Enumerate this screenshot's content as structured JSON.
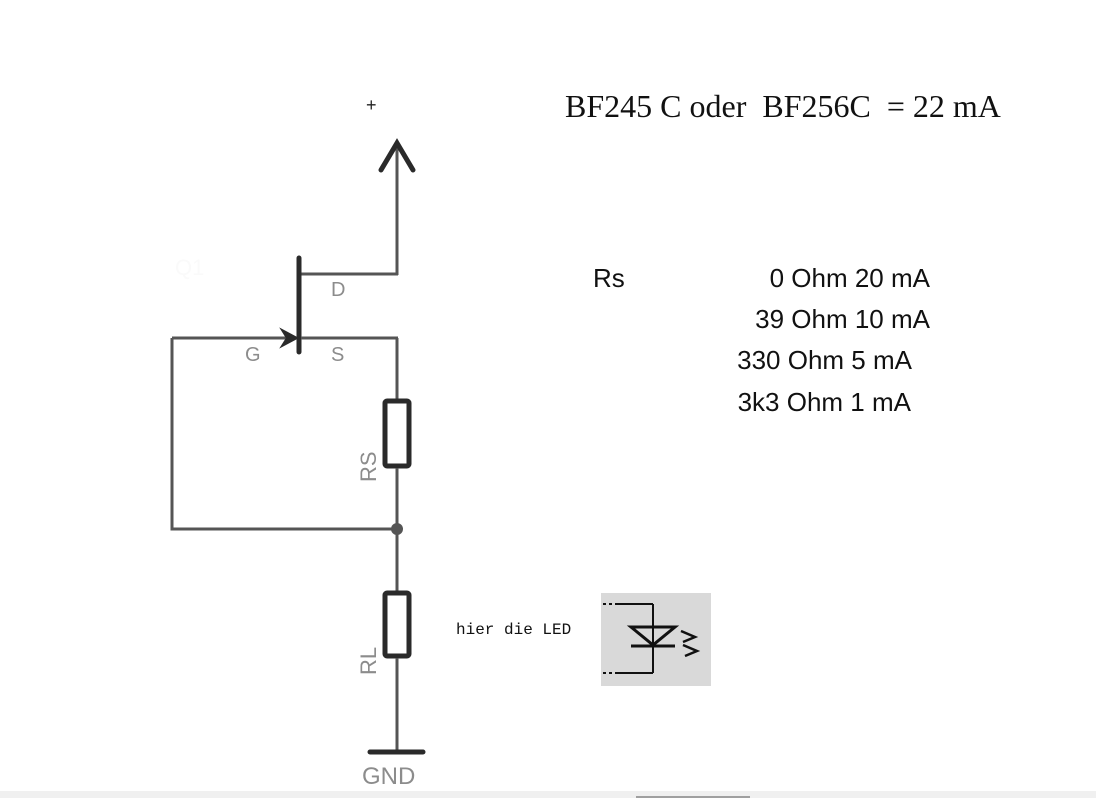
{
  "title": "BF245 C oder  BF256C  = 22 mA",
  "supply_label": "+",
  "transistor": {
    "name_label": "Q1",
    "pin_drain": "D",
    "pin_gate": "G",
    "pin_source": "S"
  },
  "resistors": {
    "source": "RS",
    "load": "RL"
  },
  "ground_label": "GND",
  "rs_table": {
    "header": "Rs",
    "rows": [
      "0 Ohm 20 mA",
      "39 Ohm 10 mA",
      "330 Ohm 5 mA",
      "3k3 Ohm 1 mA"
    ]
  },
  "led_note": "hier die LED",
  "colors": {
    "wire": "#555555",
    "component": "#2a2a2a",
    "label": "#8c8c8c",
    "led_bg": "#d9d9d9"
  }
}
